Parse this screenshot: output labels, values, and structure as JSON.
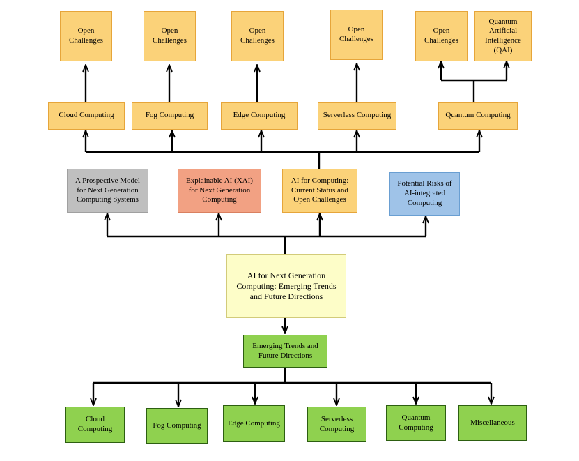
{
  "colors": {
    "orange": "#fbd279",
    "gray": "#bfbfbf",
    "salmon": "#f2a183",
    "blue": "#9fc3e8",
    "yellow": "#fdfdc8",
    "green": "#8fd14f",
    "line": "#000000"
  },
  "top_row": {
    "challenges_1": "Open Challenges",
    "challenges_2": "Open Challenges",
    "challenges_3": "Open Challenges",
    "challenges_4": "Open Challenges",
    "challenges_5": "Open Challenges",
    "qai": "Quantum Artificial Intelligence (QAI)"
  },
  "paradigms": {
    "cloud": "Cloud Computing",
    "fog": "Fog Computing",
    "edge": "Edge Computing",
    "serverless": "Serverless Computing",
    "quantum": "Quantum Computing"
  },
  "sections": {
    "prospective_model": "A Prospective Model for Next Generation Computing Systems",
    "xai": "Explainable AI (XAI) for Next Generation Computing",
    "ai_for_computing": "AI for Computing: Current Status and Open Challenges",
    "risks": "Potential Risks of AI-integrated Computing"
  },
  "center": {
    "title": "AI for Next Generation Computing: Emerging Trends and Future Directions"
  },
  "trends": {
    "title": "Emerging Trends and Future Directions",
    "items": {
      "cloud": "Cloud Computing",
      "fog": "Fog Computing",
      "edge": "Edge Computing",
      "serverless": "Serverless Computing",
      "quantum": "Quantum Computing",
      "misc": "Miscellaneous"
    }
  }
}
